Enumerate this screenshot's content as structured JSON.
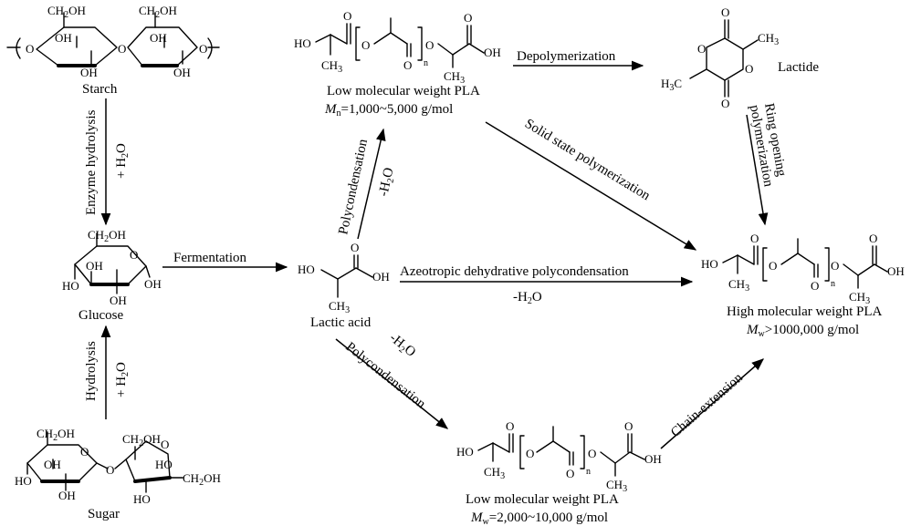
{
  "compounds": {
    "starch": "Starch",
    "glucose": "Glucose",
    "sugar": "Sugar",
    "lactic_acid": "Lactic acid",
    "lactide": "Lactide",
    "lmw_pla_top": "Low molecular weight PLA",
    "lmw_pla_top_mn_sym": "M",
    "lmw_pla_top_mn_sub": "n",
    "lmw_pla_top_mn_val": "=1,000~5,000 g/mol",
    "lmw_pla_bottom": "Low molecular weight PLA",
    "lmw_pla_bottom_mw_sym": "M",
    "lmw_pla_bottom_mw_sub": "w",
    "lmw_pla_bottom_mw_val": "=2,000~10,000 g/mol",
    "hmw_pla": "High molecular weight PLA",
    "hmw_pla_mw_sym": "M",
    "hmw_pla_mw_sub": "w",
    "hmw_pla_mw_val": ">1000,000 g/mol"
  },
  "processes": {
    "enzyme_hydrolysis": "Enzyme hydrolysis",
    "plus_water_1": "+ H",
    "plus_water_1_sub": "2",
    "plus_water_1_end": "O",
    "hydrolysis": "Hydrolysis",
    "plus_water_2": "+ H",
    "plus_water_2_sub": "2",
    "plus_water_2_end": "O",
    "fermentation": "Fermentation",
    "polycondensation_up": "Polycondensation",
    "minus_water_up": "-H",
    "minus_water_up_sub": "2",
    "minus_water_up_end": "O",
    "azeotropic": "Azeotropic dehydrative polycondensation",
    "minus_water_mid": "-H",
    "minus_water_mid_sub": "2",
    "minus_water_mid_end": "O",
    "polycondensation_down": "Polycondensation",
    "minus_water_down": "-H",
    "minus_water_down_sub": "2",
    "minus_water_down_end": "O",
    "depolymerization": "Depolymerization",
    "solid_state": "Solid state polymerization",
    "ring_opening_1": "Ring opening",
    "ring_opening_2": "polymerization",
    "chain_extension": "Chain-extension"
  },
  "atoms": {
    "CH2OH_a": "CH",
    "CH2OH_a_sub": "2",
    "CH2OH_a_end": "OH",
    "CH2OH_b": "CH",
    "CH2OH_b_sub": "2",
    "CH2OH_b_end": "OH",
    "OH": "OH",
    "HO": "HO",
    "O": "O",
    "CH3": "CH",
    "CH3_sub": "3",
    "H3C": "H",
    "H3C_sub": "3",
    "H3C_end": "C",
    "n": "n"
  }
}
